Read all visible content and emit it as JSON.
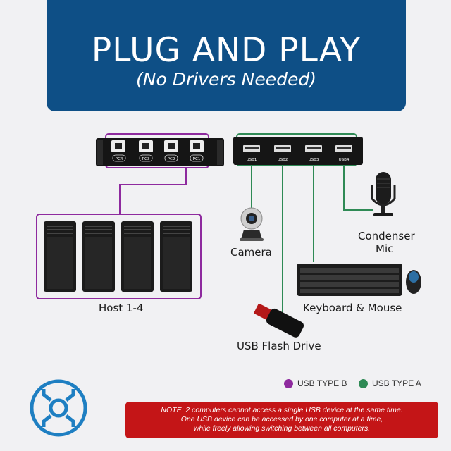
{
  "banner": {
    "title": "PLUG AND PLAY",
    "subtitle": "(No Drivers Needed)"
  },
  "switch": {
    "pc_ports": [
      "PC4",
      "PC3",
      "PC2",
      "PC1"
    ],
    "usb_ports": [
      "USB1",
      "USB2",
      "USB3",
      "USB4"
    ]
  },
  "devices": {
    "hosts": "Host 1-4",
    "camera": "Camera",
    "mic_line1": "Condenser",
    "mic_line2": "Mic",
    "keyboard": "Keyboard & Mouse",
    "flash": "USB Flash Drive"
  },
  "legend": {
    "type_b": "USB TYPE B",
    "type_a": "USB TYPE A",
    "type_b_color": "#8e2a9e",
    "type_a_color": "#2f8a55"
  },
  "note": {
    "line1": "NOTE: 2 computers cannot access a single USB device at the same time.",
    "line2": "One USB device can be accessed by one computer at a time,",
    "line3": "while freely allowing switching between all computers."
  },
  "logo_icon": "hub-logo-icon"
}
